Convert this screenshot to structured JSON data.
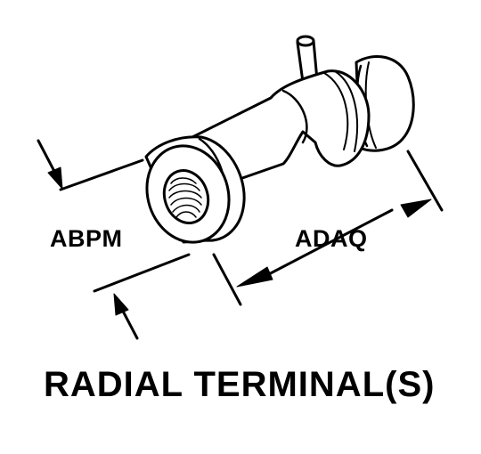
{
  "labels": {
    "dimension_a": "ABPM",
    "dimension_b": "ADAQ",
    "title": "RADIAL TERMINAL(S)"
  },
  "colors": {
    "ink": "#000000",
    "paper": "#ffffff"
  }
}
